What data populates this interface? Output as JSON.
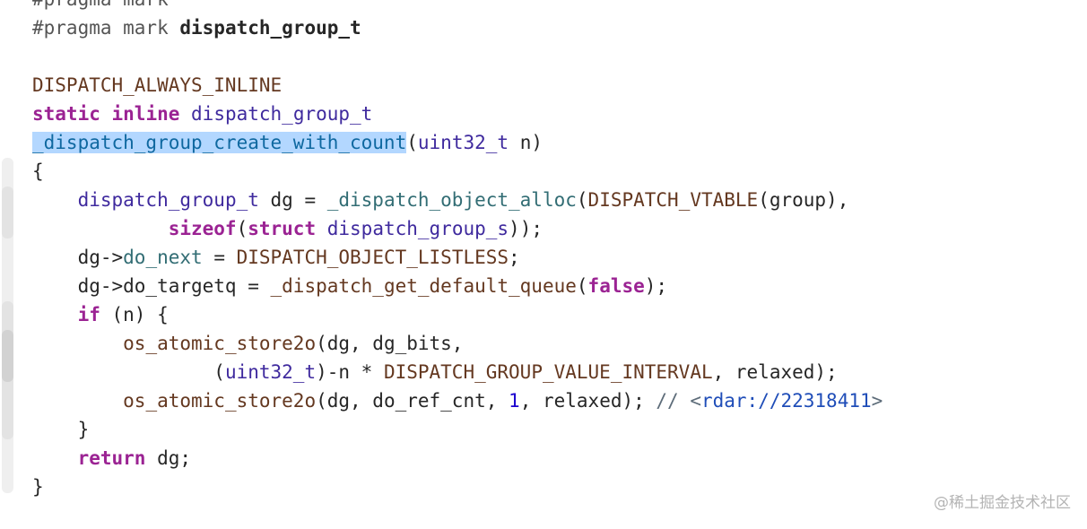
{
  "lines": [
    {
      "segments": [
        {
          "t": "#pragma mark",
          "c": "pragma"
        }
      ]
    },
    {
      "segments": [
        {
          "t": "#pragma mark ",
          "c": "pragma"
        },
        {
          "t": "dispatch_group_t",
          "c": "bold"
        }
      ]
    },
    {
      "segments": []
    },
    {
      "segments": [
        {
          "t": "DISPATCH_ALWAYS_INLINE",
          "c": "macro"
        }
      ]
    },
    {
      "segments": [
        {
          "t": "static",
          "c": "kw"
        },
        {
          "t": " "
        },
        {
          "t": "inline",
          "c": "kw"
        },
        {
          "t": " "
        },
        {
          "t": "dispatch_group_t",
          "c": "type"
        }
      ]
    },
    {
      "segments": [
        {
          "t": "_dispatch_group_create_with_count",
          "c": "decl",
          "sel": true
        },
        {
          "t": "("
        },
        {
          "t": "uint32_t",
          "c": "type"
        },
        {
          "t": " n)"
        }
      ]
    },
    {
      "segments": [
        {
          "t": "{"
        }
      ]
    },
    {
      "segments": [
        {
          "t": "    "
        },
        {
          "t": "dispatch_group_t",
          "c": "type"
        },
        {
          "t": " dg = "
        },
        {
          "t": "_dispatch_object_alloc",
          "c": "fn"
        },
        {
          "t": "("
        },
        {
          "t": "DISPATCH_VTABLE",
          "c": "macro"
        },
        {
          "t": "(group),"
        }
      ]
    },
    {
      "segments": [
        {
          "t": "            "
        },
        {
          "t": "sizeof",
          "c": "kw"
        },
        {
          "t": "("
        },
        {
          "t": "struct",
          "c": "kw"
        },
        {
          "t": " "
        },
        {
          "t": "dispatch_group_s",
          "c": "type"
        },
        {
          "t": "));"
        }
      ]
    },
    {
      "segments": [
        {
          "t": "    dg->"
        },
        {
          "t": "do_next",
          "c": "fn"
        },
        {
          "t": " = "
        },
        {
          "t": "DISPATCH_OBJECT_LISTLESS",
          "c": "macro"
        },
        {
          "t": ";"
        }
      ]
    },
    {
      "segments": [
        {
          "t": "    dg->do_targetq = "
        },
        {
          "t": "_dispatch_get_default_queue",
          "c": "macro"
        },
        {
          "t": "("
        },
        {
          "t": "false",
          "c": "kw"
        },
        {
          "t": ");"
        }
      ]
    },
    {
      "segments": [
        {
          "t": "    "
        },
        {
          "t": "if",
          "c": "kw"
        },
        {
          "t": " (n) {"
        }
      ]
    },
    {
      "segments": [
        {
          "t": "        "
        },
        {
          "t": "os_atomic_store2o",
          "c": "macro"
        },
        {
          "t": "(dg, dg_bits,"
        }
      ]
    },
    {
      "segments": [
        {
          "t": "                ("
        },
        {
          "t": "uint32_t",
          "c": "type"
        },
        {
          "t": ")-n * "
        },
        {
          "t": "DISPATCH_GROUP_VALUE_INTERVAL",
          "c": "macro"
        },
        {
          "t": ", relaxed);"
        }
      ]
    },
    {
      "segments": [
        {
          "t": "        "
        },
        {
          "t": "os_atomic_store2o",
          "c": "macro"
        },
        {
          "t": "(dg, do_ref_cnt, "
        },
        {
          "t": "1",
          "c": "num"
        },
        {
          "t": ", relaxed); "
        },
        {
          "t": "// <",
          "c": "comment"
        },
        {
          "t": "rdar://22318411",
          "c": "link"
        },
        {
          "t": ">",
          "c": "comment"
        }
      ]
    },
    {
      "segments": [
        {
          "t": "    }"
        }
      ]
    },
    {
      "segments": [
        {
          "t": "    "
        },
        {
          "t": "return",
          "c": "kw"
        },
        {
          "t": " dg;"
        }
      ]
    },
    {
      "segments": [
        {
          "t": "}"
        }
      ]
    }
  ],
  "watermark": "@稀土掘金技术社区",
  "colors": {
    "keyword": "#9b2393",
    "macro": "#643820",
    "type": "#3f2a9e",
    "function": "#326d74",
    "declaration": "#0f68a0",
    "number": "#1c00cf",
    "comment": "#5d6c79",
    "link": "#1f4db8",
    "selection": "#b3d7ff"
  }
}
